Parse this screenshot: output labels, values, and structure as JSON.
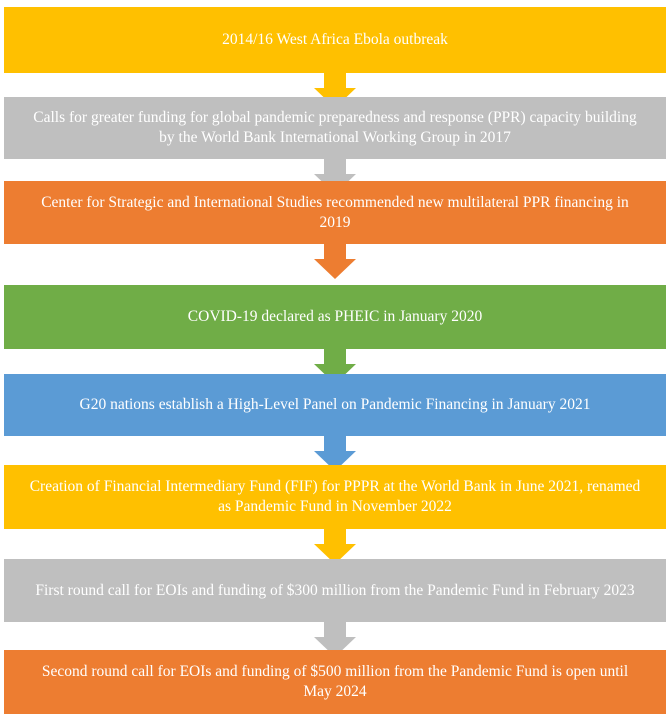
{
  "steps": [
    {
      "text": "2014/16  West Africa Ebola outbreak",
      "color": "#FFC000"
    },
    {
      "text": "Calls for greater funding for global pandemic preparedness and response (PPR) capacity building by the World Bank International Working Group in 2017",
      "color": "#BFBFBF"
    },
    {
      "text": "Center for Strategic and International Studies recommended new multilateral PPR financing in 2019",
      "color": "#ED7D31"
    },
    {
      "text": "COVID-19 declared as PHEIC in January 2020",
      "color": "#70AD47"
    },
    {
      "text": "G20 nations establish a High-Level Panel on Pandemic Financing in January 2021",
      "color": "#5B9BD5"
    },
    {
      "text": "Creation of Financial Intermediary Fund (FIF) for PPPR at the World Bank in June 2021, renamed as Pandemic Fund in November 2022",
      "color": "#FFC000"
    },
    {
      "text": "First round call for EOIs and funding of $300 million from the Pandemic Fund in February 2023",
      "color": "#BFBFBF"
    },
    {
      "text": "Second round call for EOIs and funding of $500 million from the Pandemic Fund  is open until May 2024",
      "color": "#ED7D31"
    }
  ]
}
